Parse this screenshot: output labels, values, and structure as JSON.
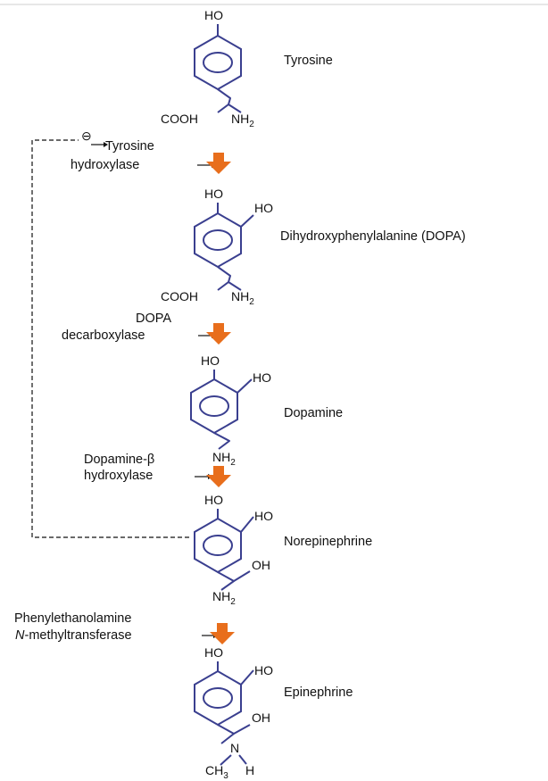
{
  "compounds": {
    "tyrosine": "Tyrosine",
    "dopa": "Dihydroxyphenylalanine (DOPA)",
    "dopamine": "Dopamine",
    "norepinephrine": "Norepinephrine",
    "epinephrine": "Epinephrine"
  },
  "enzymes": {
    "tyrosine_hydroxylase": [
      "Tyrosine",
      "hydroxylase"
    ],
    "dopa_decarboxylase": [
      "DOPA",
      "decarboxylase"
    ],
    "dopamine_beta_hydroxylase": [
      "Dopamine-β",
      "hydroxylase"
    ],
    "pnmt": [
      "Phenylethanolamine",
      "N-methyltransferase"
    ]
  },
  "feedback": {
    "symbol": "⊖"
  },
  "groups": {
    "ho": "HO",
    "oh": "OH",
    "cooh": "COOH",
    "nh": "NH",
    "sub2": "2",
    "n": "N",
    "h": "H",
    "ch": "CH",
    "sub3": "3"
  },
  "colors": {
    "bond": "#3a3f8f",
    "reaction_arrow": "#e86e1c"
  }
}
